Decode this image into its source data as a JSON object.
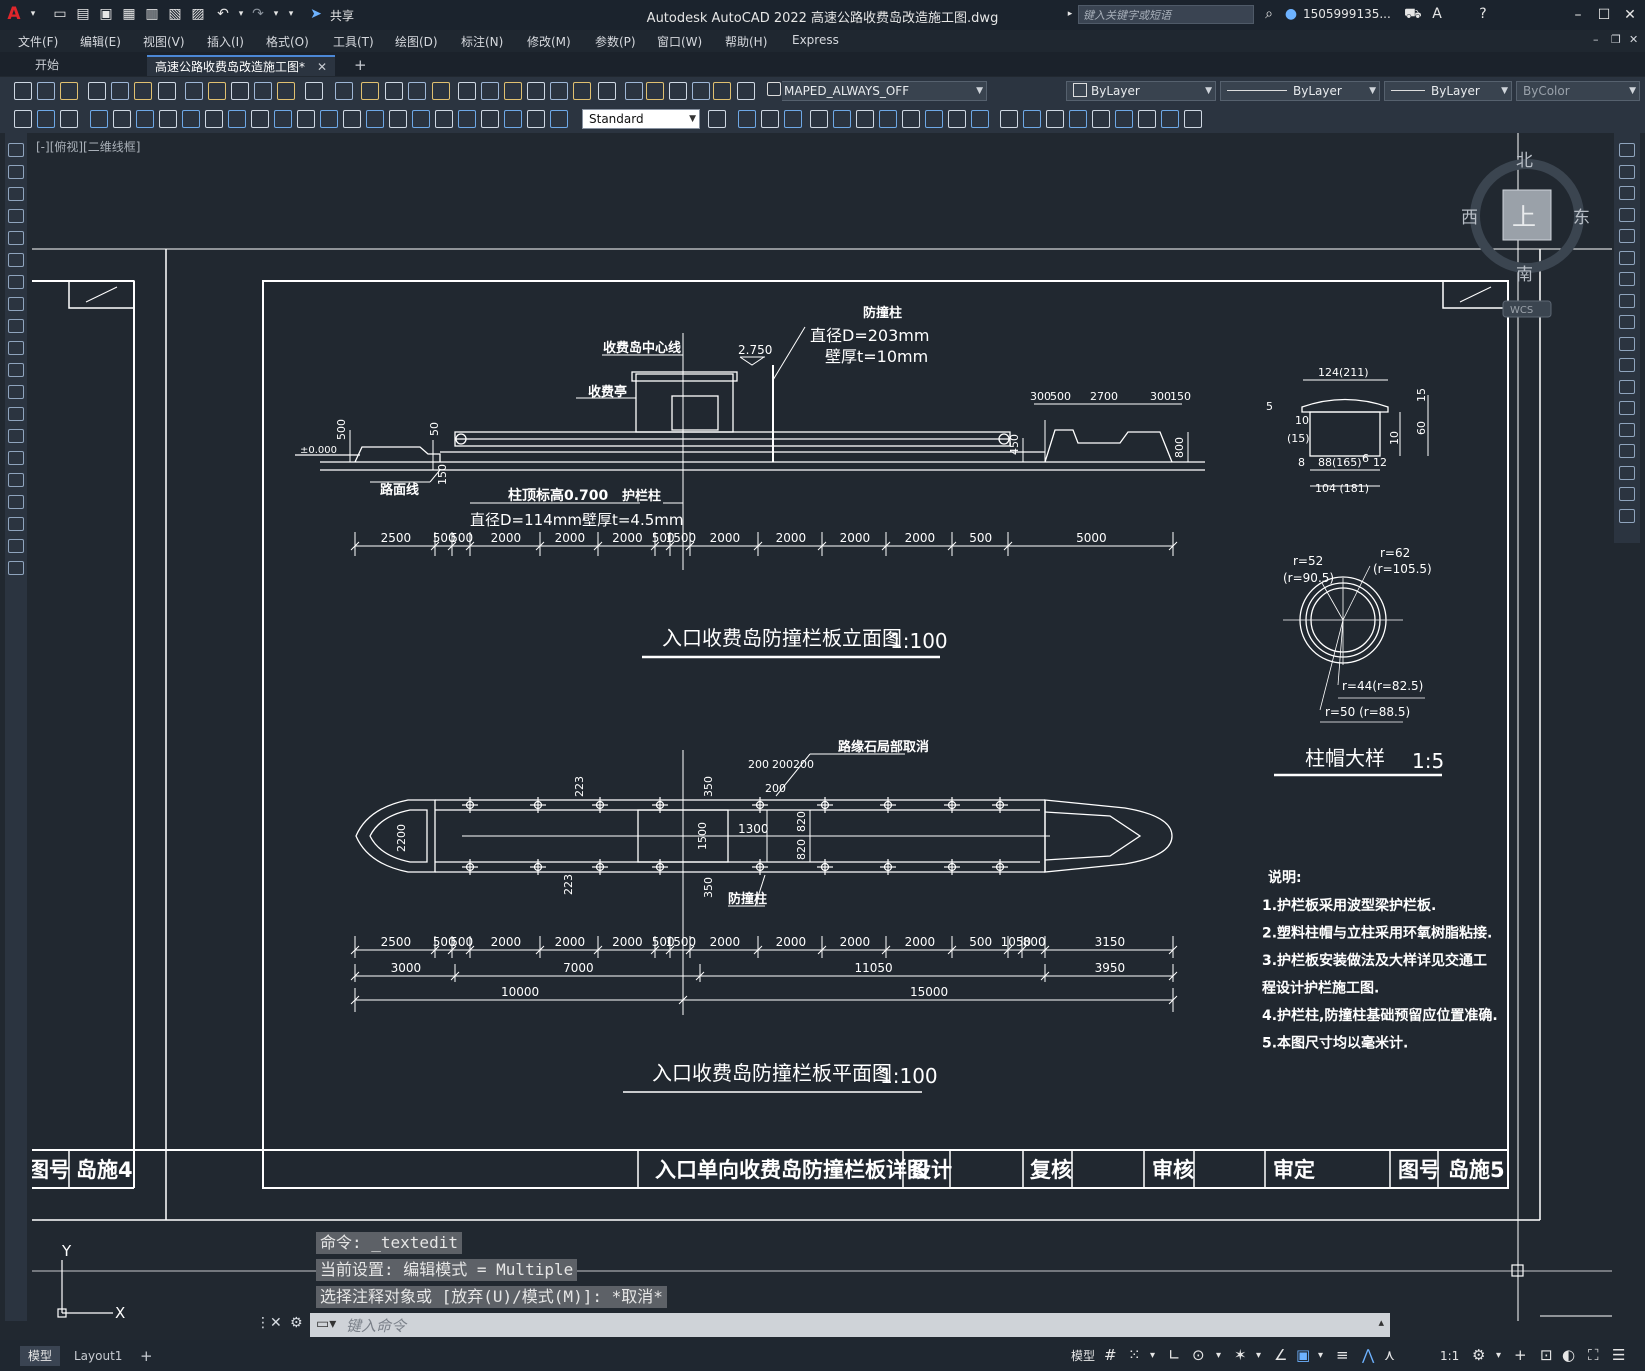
{
  "app": {
    "title": "Autodesk AutoCAD 2022    高速公路收费岛改造施工图.dwg",
    "share": "共享",
    "search_placeholder": "键入关键字或短语",
    "user": "1505999135...",
    "logo": "A"
  },
  "menus": [
    "文件(F)",
    "编辑(E)",
    "视图(V)",
    "插入(I)",
    "格式(O)",
    "工具(T)",
    "绘图(D)",
    "标注(N)",
    "修改(M)",
    "参数(P)",
    "窗口(W)",
    "帮助(H)",
    "Express"
  ],
  "tabs": {
    "start": "开始",
    "doc": "高速公路收费岛改造施工图*",
    "close": "✕",
    "add": "+"
  },
  "toolbar": {
    "layer": "MAPED_ALWAYS_OFF",
    "color": "ByLayer",
    "linetype": "ByLayer",
    "lineweight": "ByLayer",
    "plotstyle": "ByColor",
    "textstyle": "Standard"
  },
  "viewport_label": "[-][俯视][二维线框]",
  "viewcube": {
    "north": "北",
    "south": "南",
    "east": "东",
    "west": "西",
    "top": "上",
    "wcs": "WCS"
  },
  "drawing": {
    "elev_title": "入口收费岛防撞栏板立面图",
    "elev_scale": "1:100",
    "plan_title": "入口收费岛防撞栏板平面图",
    "plan_scale": "1:100",
    "cap_title": "柱帽大样",
    "cap_scale": "1:5",
    "labels": {
      "center": "收费岛中心线",
      "booth": "收费亭",
      "post": "防撞柱",
      "post_d": "直径D=203mm",
      "post_t": "壁厚t=10mm",
      "road": "路面线",
      "top_elev": "柱顶标高0.700",
      "rail": "护栏柱",
      "rail_d": "直径D=114mm壁厚t=4.5mm",
      "curb": "路缘石局部取消",
      "post2": "防撞柱",
      "zero": "±0.000",
      "elev2750": "2.750"
    },
    "elev_dims": [
      "2500",
      "500",
      "500",
      "2000",
      "2000",
      "2000",
      "500",
      "1500",
      "2000",
      "2000",
      "2000",
      "2000",
      "500",
      "5000"
    ],
    "elev_small": [
      "300",
      "500",
      "2700",
      "300",
      "150",
      "500",
      "50",
      "150",
      "450",
      "800"
    ],
    "plan_dims1": [
      "2500",
      "500",
      "500",
      "2000",
      "2000",
      "2000",
      "500",
      "1500",
      "2000",
      "2000",
      "2000",
      "2000",
      "500",
      "1050",
      "800",
      "3150"
    ],
    "plan_dims2": [
      "3000",
      "7000",
      "11050",
      "3950"
    ],
    "plan_dims3": [
      "10000",
      "15000"
    ],
    "plan_small": [
      "200",
      "200",
      "200",
      "200",
      "223",
      "223",
      "350",
      "350",
      "2200",
      "1500",
      "1300",
      "820",
      "820"
    ],
    "cap_dims": [
      "124(211)",
      "5",
      "10",
      "(15)",
      "8",
      "88(165)",
      "6",
      "12",
      "104 (181)",
      "15",
      "60",
      "10"
    ],
    "cap_r": [
      "r=52",
      "(r=90.5)",
      "r=62",
      "(r=105.5)",
      "r=44(r=82.5)",
      "r=50 (r=88.5)"
    ],
    "notes_title": "说明:",
    "notes": [
      "1.护栏板采用波型梁护栏板.",
      "2.塑料柱帽与立柱采用环氧树脂粘接.",
      "3.护栏板安装做法及大样详见交通工",
      "  程设计护栏施工图.",
      "4.护栏柱,防撞柱基础预留应位置准确.",
      "5.本图尺寸均以毫米计."
    ],
    "titleblock": {
      "name": "入口单向收费岛防撞栏板详图",
      "design": "设计",
      "review": "复核",
      "audit": "审核",
      "approve": "审定",
      "dwgno_label": "图号",
      "dwgno": "岛施5"
    },
    "left_sheet": {
      "dwgno_label": "图号",
      "dwgno": "岛施4"
    },
    "ucs": {
      "x": "X",
      "y": "Y"
    }
  },
  "command": {
    "history": [
      "命令: _textedit",
      "当前设置: 编辑模式 = Multiple",
      "选择注释对象或 [放弃(U)/模式(M)]: *取消*"
    ],
    "placeholder": "键入命令"
  },
  "status": {
    "model": "模型",
    "layout": "Layout1",
    "add": "+",
    "tab_model": "模型",
    "scale": "1:1"
  }
}
